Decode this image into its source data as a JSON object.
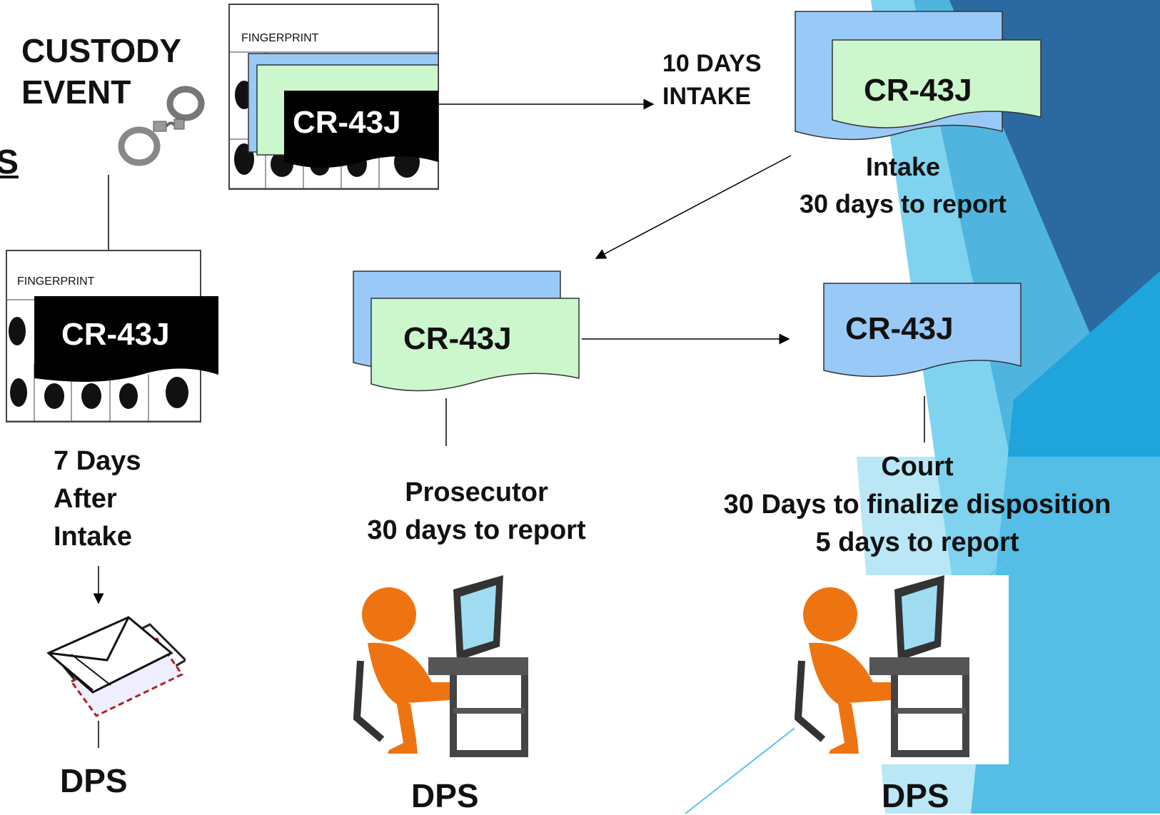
{
  "custody": {
    "line1": "CUSTODY",
    "line2": "EVENT"
  },
  "partial_heading": "S",
  "fingerprint_card_label": "FINGERPRINT",
  "form_code": "CR-43J",
  "intake_arrow": {
    "line1": "10 DAYS",
    "line2": "INTAKE"
  },
  "intake": {
    "title": "Intake",
    "deadline": "30 days to report"
  },
  "seven_days": {
    "line1": "7 Days",
    "line2": "After",
    "line3": "Intake"
  },
  "prosecutor": {
    "title": "Prosecutor",
    "deadline": "30 days to report"
  },
  "court": {
    "title": "Court",
    "deadline1": "30 Days to finalize disposition",
    "deadline2": "5 days to report"
  },
  "destination": "DPS",
  "colors": {
    "blue_form": "#99c9f7",
    "green_form": "#ccf6cc",
    "black_form": "#000000",
    "person": "#ee7411",
    "accent_blue": "#1aa3dc"
  }
}
